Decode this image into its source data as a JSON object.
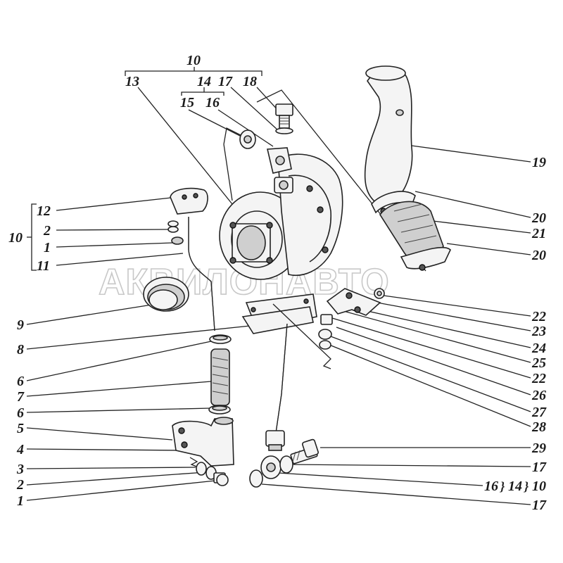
{
  "watermark": "АКВИЛОНАВТО",
  "top_group": {
    "main_label": "10",
    "sub_labels": [
      "13",
      "14",
      "17",
      "18"
    ],
    "sub_sub_labels": [
      "15",
      "16"
    ]
  },
  "left_group": {
    "bracket_label": "10",
    "items": [
      "12",
      "2",
      "1",
      "11"
    ]
  },
  "left_labels": [
    "9",
    "8",
    "6",
    "7",
    "6",
    "5",
    "4",
    "3",
    "2",
    "1"
  ],
  "right_labels": [
    "19",
    "20",
    "21",
    "20",
    "22",
    "23",
    "24",
    "22",
    "25",
    "26",
    "27",
    "28",
    "29",
    "17"
  ],
  "bottom_right": {
    "label_16": "16",
    "label_14": "14",
    "label_10": "10",
    "label_17": "17"
  }
}
